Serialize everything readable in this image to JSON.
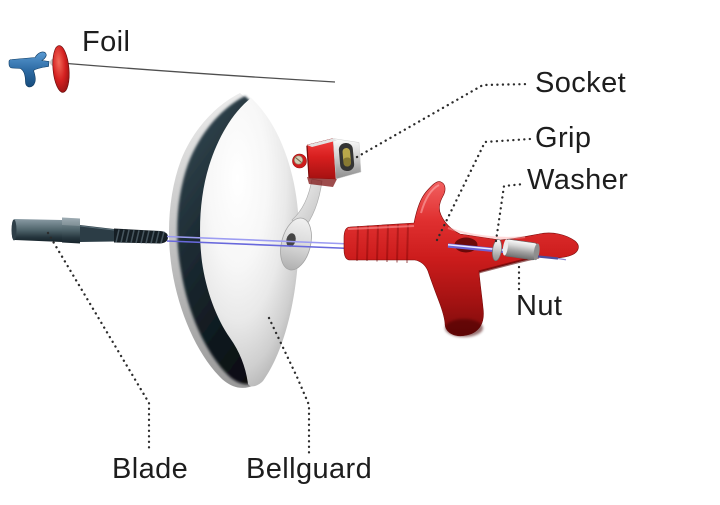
{
  "diagram": {
    "labels": {
      "foil": "Foil",
      "socket": "Socket",
      "grip": "Grip",
      "washer": "Washer",
      "nut": "Nut",
      "blade": "Blade",
      "bellguard": "Bellguard"
    },
    "colors": {
      "background": "#ffffff",
      "label_text": "#1d1d1d",
      "leader_dots": "#2c2c2c",
      "grip_red": "#cc1c1c",
      "mini_grip_blue": "#2f6da6",
      "mini_guard_red": "#d42020",
      "wire_blue": "#6c61d6",
      "bellguard_gray": "#d9d9d9",
      "bellguard_rim_dark": "#131f26",
      "blade_steel": "#53686f",
      "socket_insert_olive": "#baa84a",
      "metal_silver": "#c9c9c9"
    }
  }
}
